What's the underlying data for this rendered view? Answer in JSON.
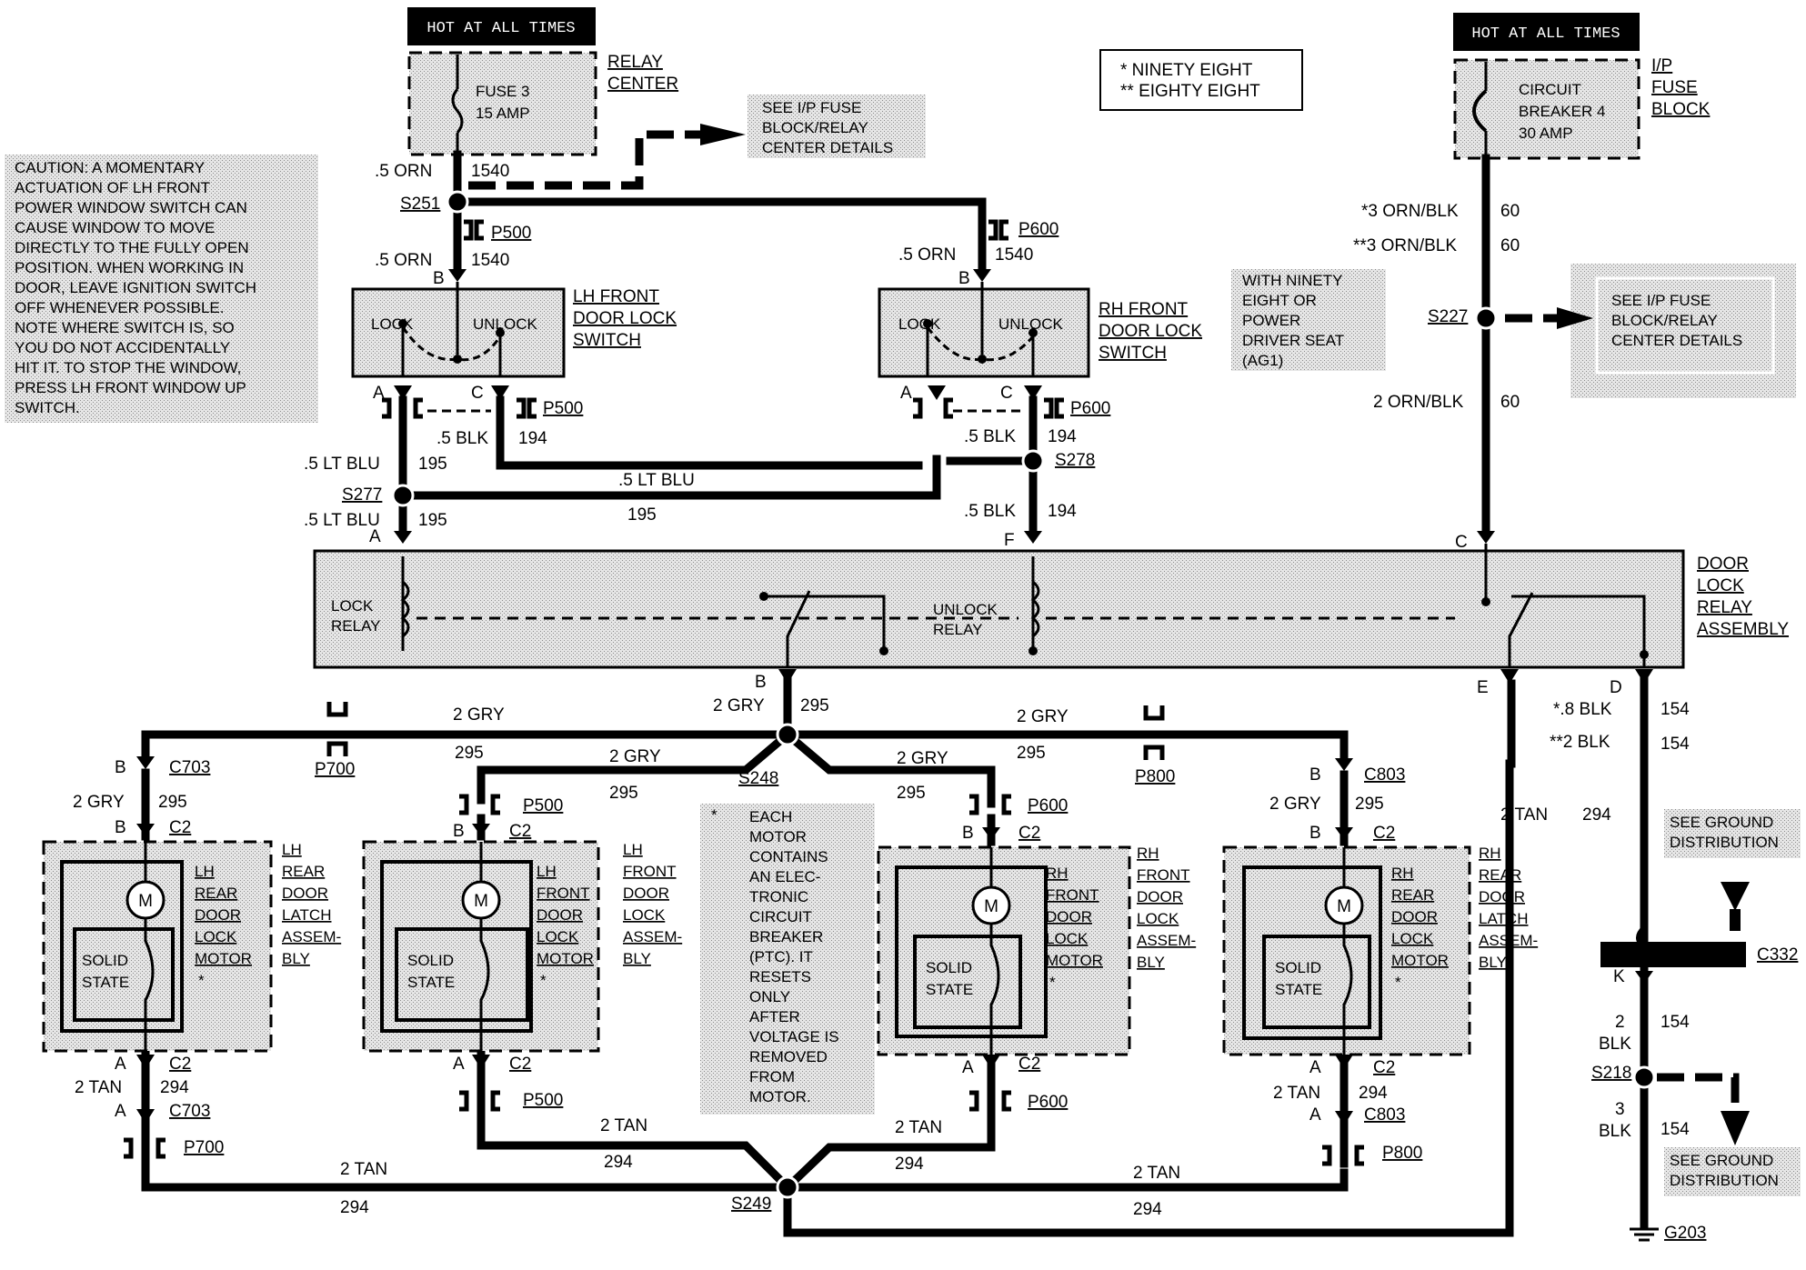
{
  "legend": {
    "line1": "* NINETY EIGHT",
    "line2": "** EIGHTY EIGHT"
  },
  "hot1": "HOT AT ALL TIMES",
  "hot2": "HOT AT ALL TIMES",
  "relay_center": {
    "fuse1": "FUSE 3",
    "fuse2": "15 AMP",
    "name1": "RELAY",
    "name2": "CENTER"
  },
  "ip_fuse": {
    "cb1": "CIRCUIT",
    "cb2": "BREAKER 4",
    "cb3": "30 AMP",
    "name1": "I/P",
    "name2": "FUSE",
    "name3": "BLOCK"
  },
  "see_ip_1": [
    "SEE I/P FUSE",
    "BLOCK/RELAY",
    "CENTER DETAILS"
  ],
  "see_ip_2": [
    "SEE I/P FUSE",
    "BLOCK/RELAY",
    "CENTER DETAILS"
  ],
  "caution": [
    "CAUTION: A MOMENTARY",
    "ACTUATION OF LH FRONT",
    "POWER WINDOW SWITCH CAN",
    "CAUSE WINDOW TO MOVE",
    "DIRECTLY TO THE FULLY OPEN",
    "POSITION. WHEN WORKING IN",
    "DOOR, LEAVE IGNITION SWITCH",
    "OFF WHENEVER POSSIBLE.",
    "NOTE WHERE SWITCH IS, SO",
    "YOU DO NOT ACCIDENTALLY",
    "HIT IT. TO STOP THE WINDOW,",
    "PRESS LH FRONT WINDOW UP",
    "SWITCH."
  ],
  "ninety_note": [
    "WITH NINETY",
    "EIGHT OR",
    "POWER",
    "DRIVER SEAT",
    "(AG1)"
  ],
  "ptc_note": [
    "*",
    "EACH",
    "MOTOR",
    "CONTAINS",
    "AN ELEC-",
    "TRONIC",
    "CIRCUIT",
    "BREAKER",
    "(PTC). IT",
    "RESETS",
    "ONLY",
    "AFTER",
    "VOLTAGE IS",
    "REMOVED",
    "FROM",
    "MOTOR."
  ],
  "lh_switch": {
    "name": [
      "LH FRONT",
      "DOOR LOCK",
      "SWITCH"
    ],
    "lock": "LOCK",
    "unlock": "UNLOCK"
  },
  "rh_switch": {
    "name": [
      "RH FRONT",
      "DOOR LOCK",
      "SWITCH"
    ],
    "lock": "LOCK",
    "unlock": "UNLOCK"
  },
  "relay": {
    "name": [
      "DOOR",
      "LOCK",
      "RELAY",
      "ASSEMBLY"
    ],
    "lock": [
      "LOCK",
      "RELAY"
    ],
    "unlock": [
      "UNLOCK",
      "RELAY"
    ]
  },
  "motors": [
    {
      "inner": [
        "LH",
        "REAR",
        "DOOR",
        "LOCK",
        "MOTOR",
        "*"
      ],
      "outer": [
        "LH",
        "REAR",
        "DOOR",
        "LATCH",
        "ASSEM-",
        "BLY"
      ]
    },
    {
      "inner": [
        "LH",
        "FRONT",
        "DOOR",
        "LOCK",
        "MOTOR",
        "*"
      ],
      "outer": [
        "LH",
        "FRONT",
        "DOOR",
        "LOCK",
        "ASSEM-",
        "BLY"
      ]
    },
    {
      "inner": [
        "RH",
        "FRONT",
        "DOOR",
        "LOCK",
        "MOTOR",
        "*"
      ],
      "outer": [
        "RH",
        "FRONT",
        "DOOR",
        "LOCK",
        "ASSEM-",
        "BLY"
      ]
    },
    {
      "inner": [
        "RH",
        "REAR",
        "DOOR",
        "LOCK",
        "MOTOR",
        "*"
      ],
      "outer": [
        "RH",
        "REAR",
        "DOOR",
        "LATCH",
        "ASSEM-",
        "BLY"
      ]
    }
  ],
  "motor_m": "M",
  "solid_state": [
    "SOLID",
    "STATE"
  ],
  "ground": {
    "see1": [
      "SEE GROUND",
      "DISTRIBUTION"
    ],
    "see2": [
      "SEE GROUND",
      "DISTRIBUTION"
    ],
    "c332": "C332",
    "s218": "S218",
    "g203": "G203"
  },
  "splices": {
    "s251": "S251",
    "s227": "S227",
    "s277": "S277",
    "s278": "S278",
    "s248": "S248",
    "s249": "S249"
  },
  "connectors": {
    "p500": "P500",
    "p600": "P600",
    "p700": "P700",
    "p800": "P800",
    "c703": "C703",
    "c803": "C803",
    "c2": "C2"
  },
  "pins": {
    "a": "A",
    "b": "B",
    "c": "C",
    "d": "D",
    "e": "E",
    "f": "F",
    "k": "K"
  },
  "wires": {
    "orn5": ".5 ORN",
    "c1540": "1540",
    "orn_blk3a": "*3 ORN/BLK",
    "orn_blk3b": "**3 ORN/BLK",
    "orn_blk2": "2 ORN/BLK",
    "c60": "60",
    "ltblu5": ".5 LT BLU",
    "c195": "195",
    "blk5": ".5 BLK",
    "c194": "194",
    "gry2": "2 GRY",
    "c295": "295",
    "tan2": "2 TAN",
    "c294": "294",
    "blk8": "*.8 BLK",
    "blk2s": "**2 BLK",
    "c154": "154",
    "blk2a": "2",
    "blk2b": "BLK",
    "blk3a": "3",
    "blk3b": "BLK"
  }
}
